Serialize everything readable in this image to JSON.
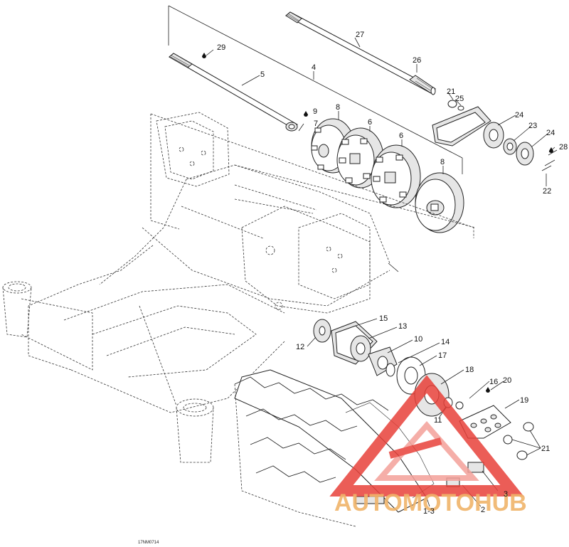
{
  "diagram": {
    "drawing_code": "17NM0714",
    "callouts": [
      {
        "id": "c27",
        "text": "27"
      },
      {
        "id": "c29",
        "text": "29"
      },
      {
        "id": "c26",
        "text": "26"
      },
      {
        "id": "c5",
        "text": "5"
      },
      {
        "id": "c4",
        "text": "4"
      },
      {
        "id": "c21a",
        "text": "21"
      },
      {
        "id": "c25",
        "text": "25"
      },
      {
        "id": "c9",
        "text": "9"
      },
      {
        "id": "c8a",
        "text": "8"
      },
      {
        "id": "c7",
        "text": "7"
      },
      {
        "id": "c6a",
        "text": "6"
      },
      {
        "id": "c24a",
        "text": "24"
      },
      {
        "id": "c6b",
        "text": "6"
      },
      {
        "id": "c23",
        "text": "23"
      },
      {
        "id": "c24b",
        "text": "24"
      },
      {
        "id": "c28",
        "text": "28"
      },
      {
        "id": "c8b",
        "text": "8"
      },
      {
        "id": "c22",
        "text": "22"
      },
      {
        "id": "c15",
        "text": "15"
      },
      {
        "id": "c13",
        "text": "13"
      },
      {
        "id": "c10",
        "text": "10"
      },
      {
        "id": "c14",
        "text": "14"
      },
      {
        "id": "c12",
        "text": "12"
      },
      {
        "id": "c17",
        "text": "17"
      },
      {
        "id": "c18",
        "text": "18"
      },
      {
        "id": "c16",
        "text": "16"
      },
      {
        "id": "c20",
        "text": "20"
      },
      {
        "id": "c19",
        "text": "19"
      },
      {
        "id": "c11",
        "text": "11"
      },
      {
        "id": "c21b",
        "text": "21"
      },
      {
        "id": "c3",
        "text": "3"
      },
      {
        "id": "c13b",
        "text": "1-3"
      },
      {
        "id": "c2",
        "text": "2"
      }
    ]
  },
  "watermark": {
    "text": "AUTOMOTOHUB",
    "colors": {
      "accent": "#e8413a",
      "accent_light": "#f4a09a",
      "text_gray": "#6b6b6b",
      "text_orange": "#f0b46a"
    }
  }
}
